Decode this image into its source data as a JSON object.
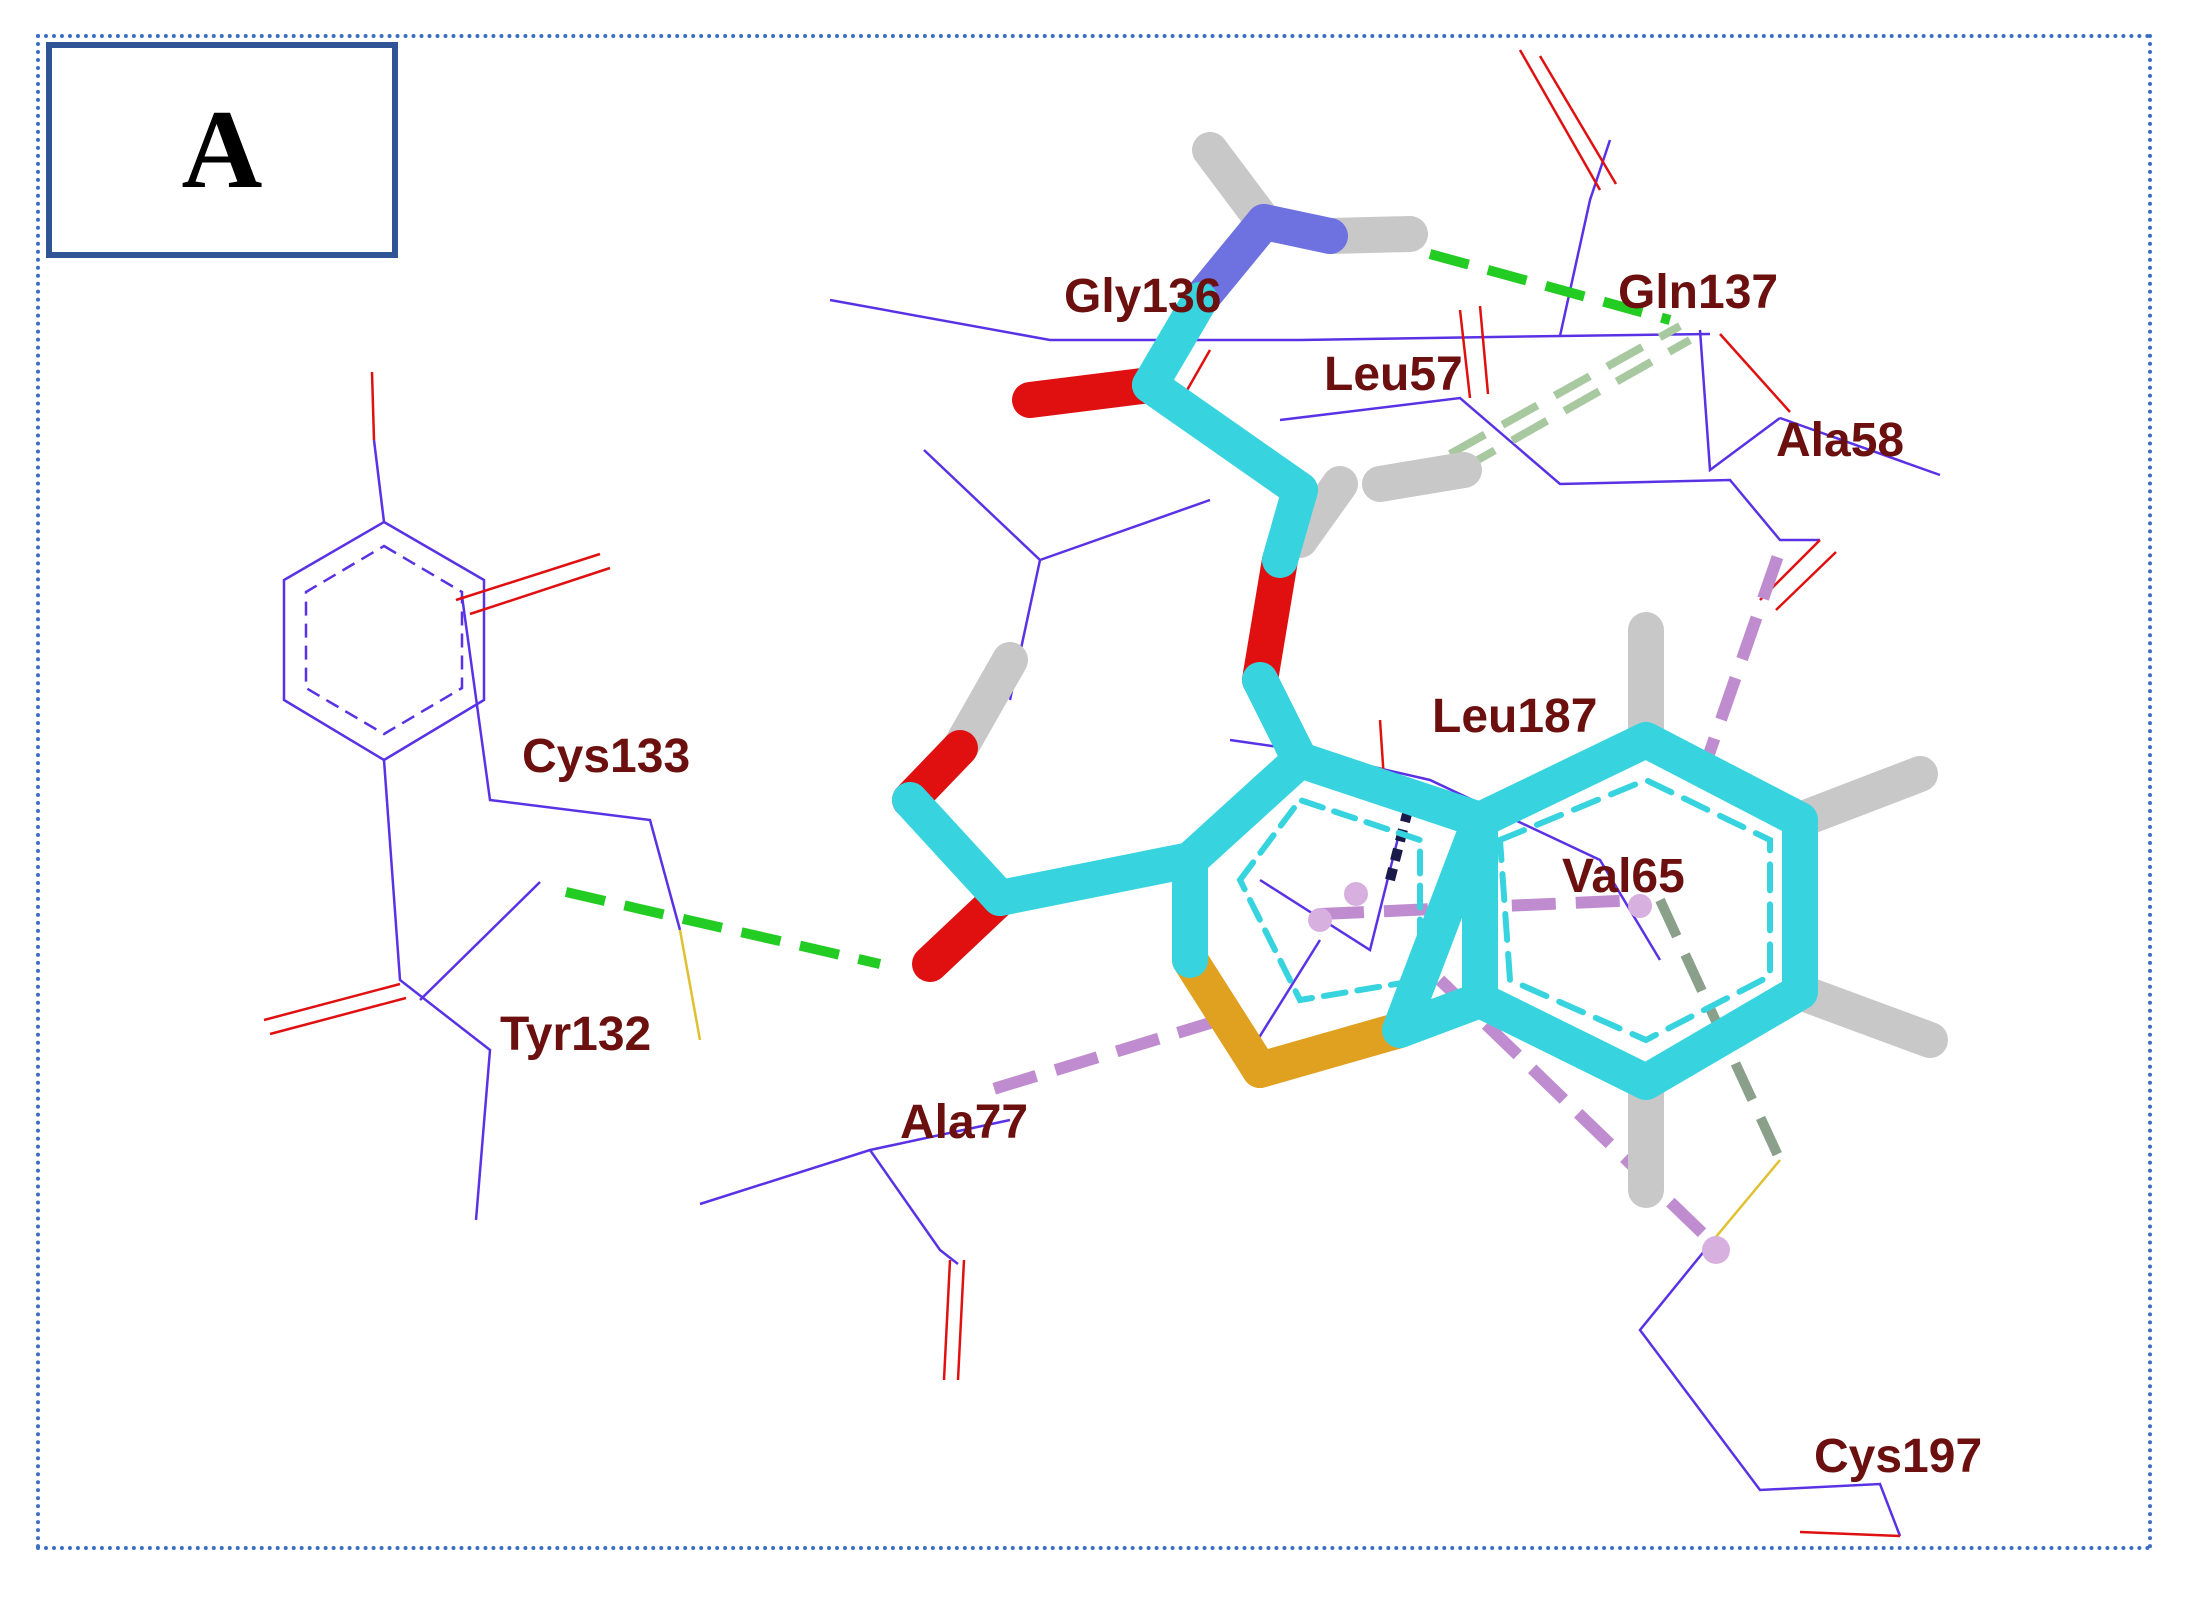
{
  "panel": {
    "letter": "A"
  },
  "residues": {
    "gly136": "Gly136",
    "gln137": "Gln137",
    "leu57": "Leu57",
    "ala58": "Ala58",
    "leu187": "Leu187",
    "cys133": "Cys133",
    "val65": "Val65",
    "tyr132": "Tyr132",
    "ala77": "Ala77",
    "cys197": "Cys197"
  },
  "colors": {
    "carbon": "#37d4df",
    "oxygen": "#e01010",
    "nitrogen": "#6d72e0",
    "sulfur": "#e0a020",
    "hydrogen": "#d8d8d8",
    "protein_line": "#5a32e6",
    "hbond": "#22cc22",
    "pi_alkyl": "#c08cd0",
    "pi_sigma": "#1a1a4a",
    "frame": "#3a6fc4",
    "label": "#6b0f0f"
  }
}
